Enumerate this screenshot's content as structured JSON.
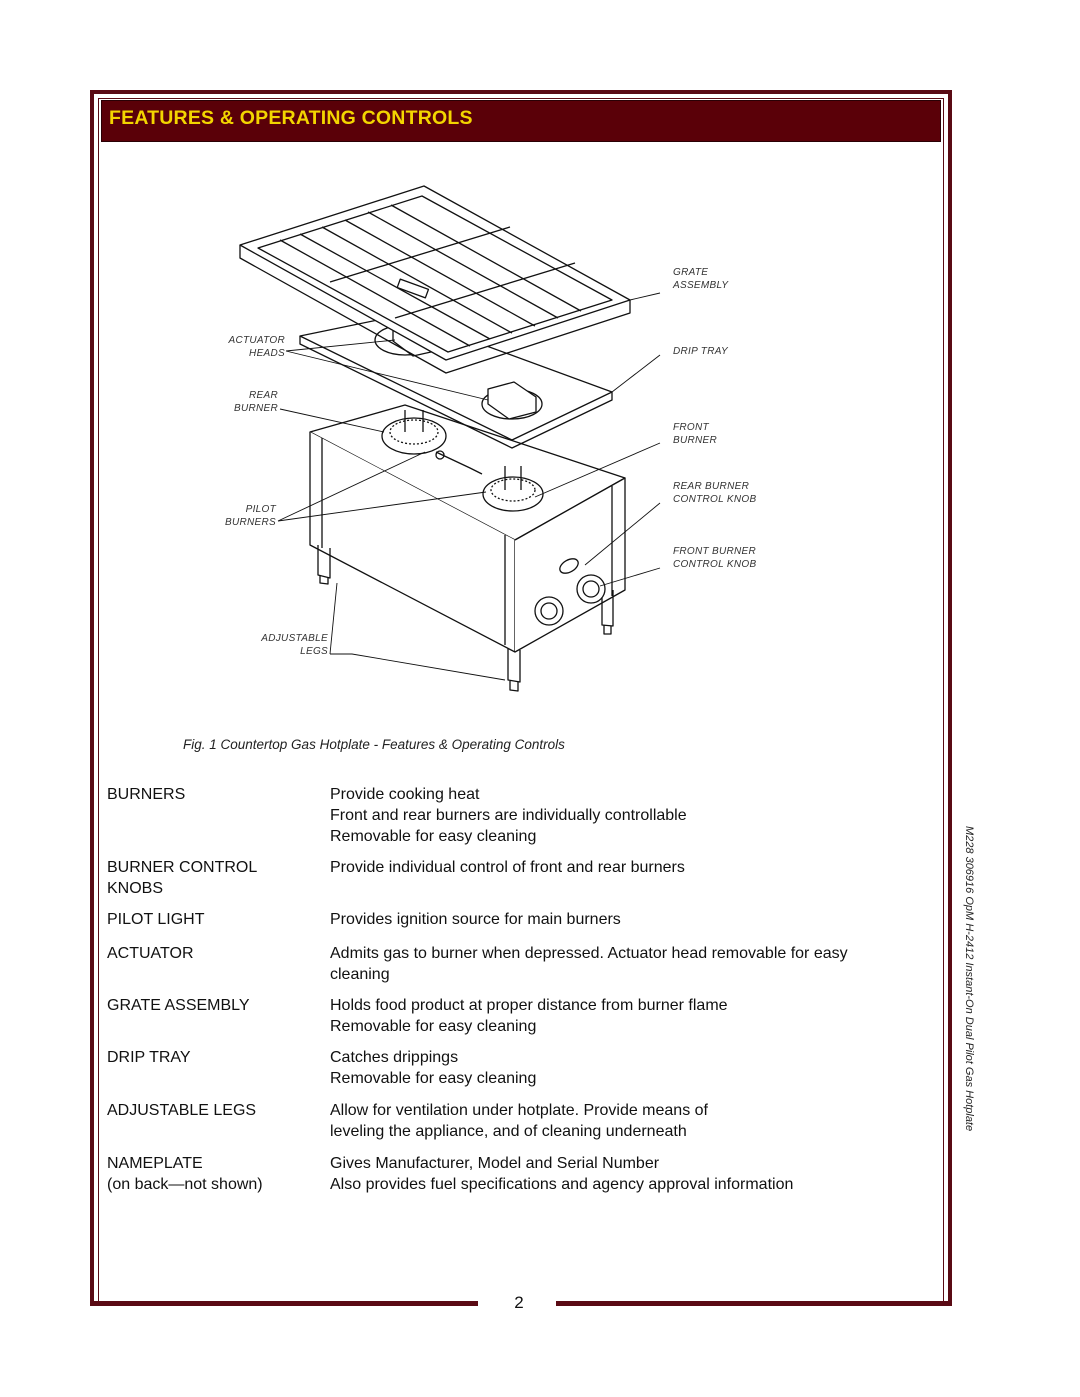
{
  "header": {
    "title": "FEATURES & OPERATING CONTROLS"
  },
  "figure": {
    "callouts": {
      "grate_assembly": [
        "GRATE",
        "ASSEMBLY"
      ],
      "drip_tray": [
        "DRIP TRAY"
      ],
      "front_burner": [
        "FRONT",
        "BURNER"
      ],
      "rear_burner_knob": [
        "REAR BURNER",
        "CONTROL KNOB"
      ],
      "front_burner_knob": [
        "FRONT BURNER",
        "CONTROL KNOB"
      ],
      "actuator_heads": [
        "ACTUATOR",
        "HEADS"
      ],
      "rear_burner": [
        "REAR",
        "BURNER"
      ],
      "pilot_burners": [
        "PILOT",
        "BURNERS"
      ],
      "adjustable_legs": [
        "ADJUSTABLE",
        "LEGS"
      ]
    },
    "caption": "Fig. 1  Countertop Gas Hotplate - Features & Operating Controls"
  },
  "features": [
    {
      "term": [
        "BURNERS"
      ],
      "desc": [
        "Provide cooking heat",
        "Front and rear burners are individually controllable",
        "Removable for easy cleaning"
      ]
    },
    {
      "term": [
        "BURNER CONTROL",
        "KNOBS"
      ],
      "desc": [
        "Provide individual control of front and rear burners"
      ]
    },
    {
      "term": [
        "PILOT LIGHT"
      ],
      "desc": [
        "Provides ignition source for main burners"
      ]
    },
    {
      "term": [
        "ACTUATOR"
      ],
      "desc": [
        "Admits gas to burner when depressed.  Actuator head removable for easy",
        "cleaning"
      ]
    },
    {
      "term": [
        "GRATE ASSEMBLY"
      ],
      "desc": [
        "Holds food product at proper distance from burner flame",
        "Removable for easy cleaning"
      ]
    },
    {
      "term": [
        "DRIP TRAY"
      ],
      "desc": [
        "Catches drippings",
        "Removable for easy cleaning"
      ]
    },
    {
      "term": [
        "ADJUSTABLE LEGS"
      ],
      "desc": [
        "Allow for ventilation under hotplate.  Provide means of",
        "leveling the appliance, and of cleaning underneath"
      ]
    },
    {
      "term": [
        "NAMEPLATE",
        "(on back—not shown)"
      ],
      "desc": [
        "Gives Manufacturer, Model and Serial Number",
        "Also provides fuel specifications and agency approval information"
      ]
    }
  ],
  "side_note": "M228  306916  OpM H-2412 Instant-On Dual Pilot Gas Hotplate",
  "page_number": "2"
}
